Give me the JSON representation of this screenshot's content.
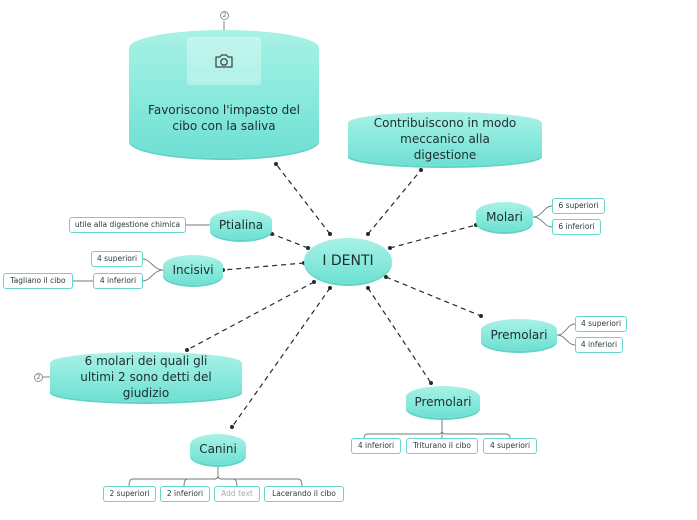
{
  "center": {
    "label": "I DENTI"
  },
  "topic_impasto": {
    "label": "Favoriscono l'impasto del cibo con la saliva",
    "badge": "2"
  },
  "topic_meccanico": {
    "label": "Contribuiscono in modo meccanico alla digestione"
  },
  "ptialina": {
    "label": "Ptialina",
    "leaf": "utile alla digestione chimica"
  },
  "incisivi": {
    "label": "Incisivi",
    "leaves": [
      "4 superiori",
      "4 inferiori"
    ],
    "sub_leaf": "Tagliano il cibo"
  },
  "molari": {
    "label": "Molari",
    "leaves": [
      "6 superiori",
      "6 inferiori"
    ]
  },
  "premolari_right": {
    "label": "Premolari",
    "leaves": [
      "4 superiori",
      "4 inferiori"
    ]
  },
  "premolari_bottom": {
    "label": "Premolari",
    "leaves": [
      "4 inferiori",
      "Triturano il cibo",
      "4 superiori"
    ]
  },
  "molari_giudizio": {
    "label": "6 molari dei quali gli ultimi 2 sono detti del giudizio",
    "badge": "2"
  },
  "canini": {
    "label": "Canini",
    "leaves": [
      "2 superiori",
      "2 inferiori",
      "Add text",
      "Lacerando il cibo"
    ]
  },
  "colors": {
    "node": "#87e9dc",
    "border": "#66d6ca",
    "line": "#1f2d2d"
  }
}
